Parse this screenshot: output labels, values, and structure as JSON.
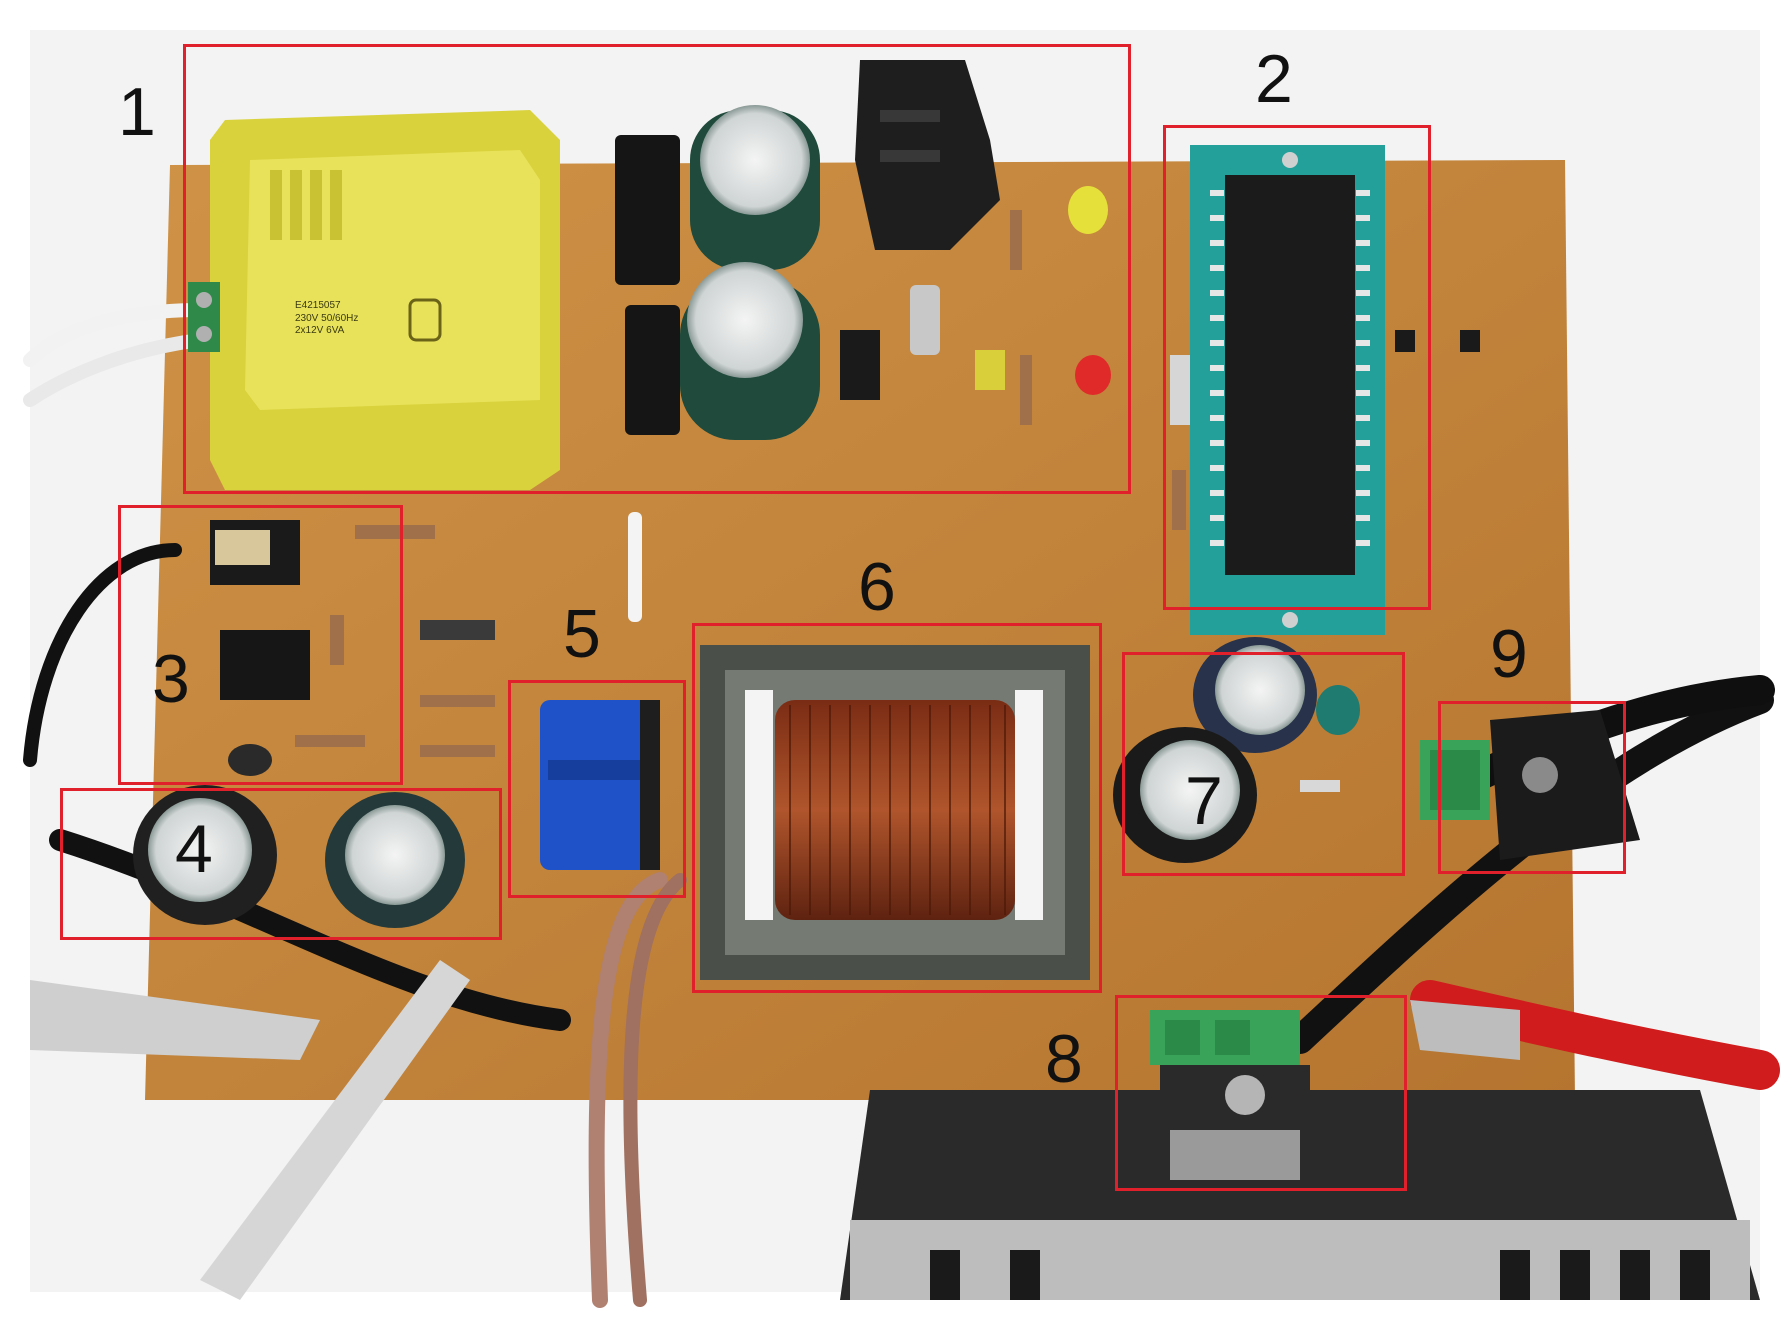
{
  "figure": {
    "transformer_marking": {
      "line1": "E4215057",
      "line2": "230V 50/60Hz",
      "line3": "2x12V 6VA"
    },
    "labels": [
      "1",
      "2",
      "3",
      "4",
      "5",
      "6",
      "7",
      "8",
      "9"
    ]
  },
  "colors": {
    "highlight_box": "#e0202a",
    "pcb": "#c98a3b",
    "transformer": "#e2dc4a"
  }
}
